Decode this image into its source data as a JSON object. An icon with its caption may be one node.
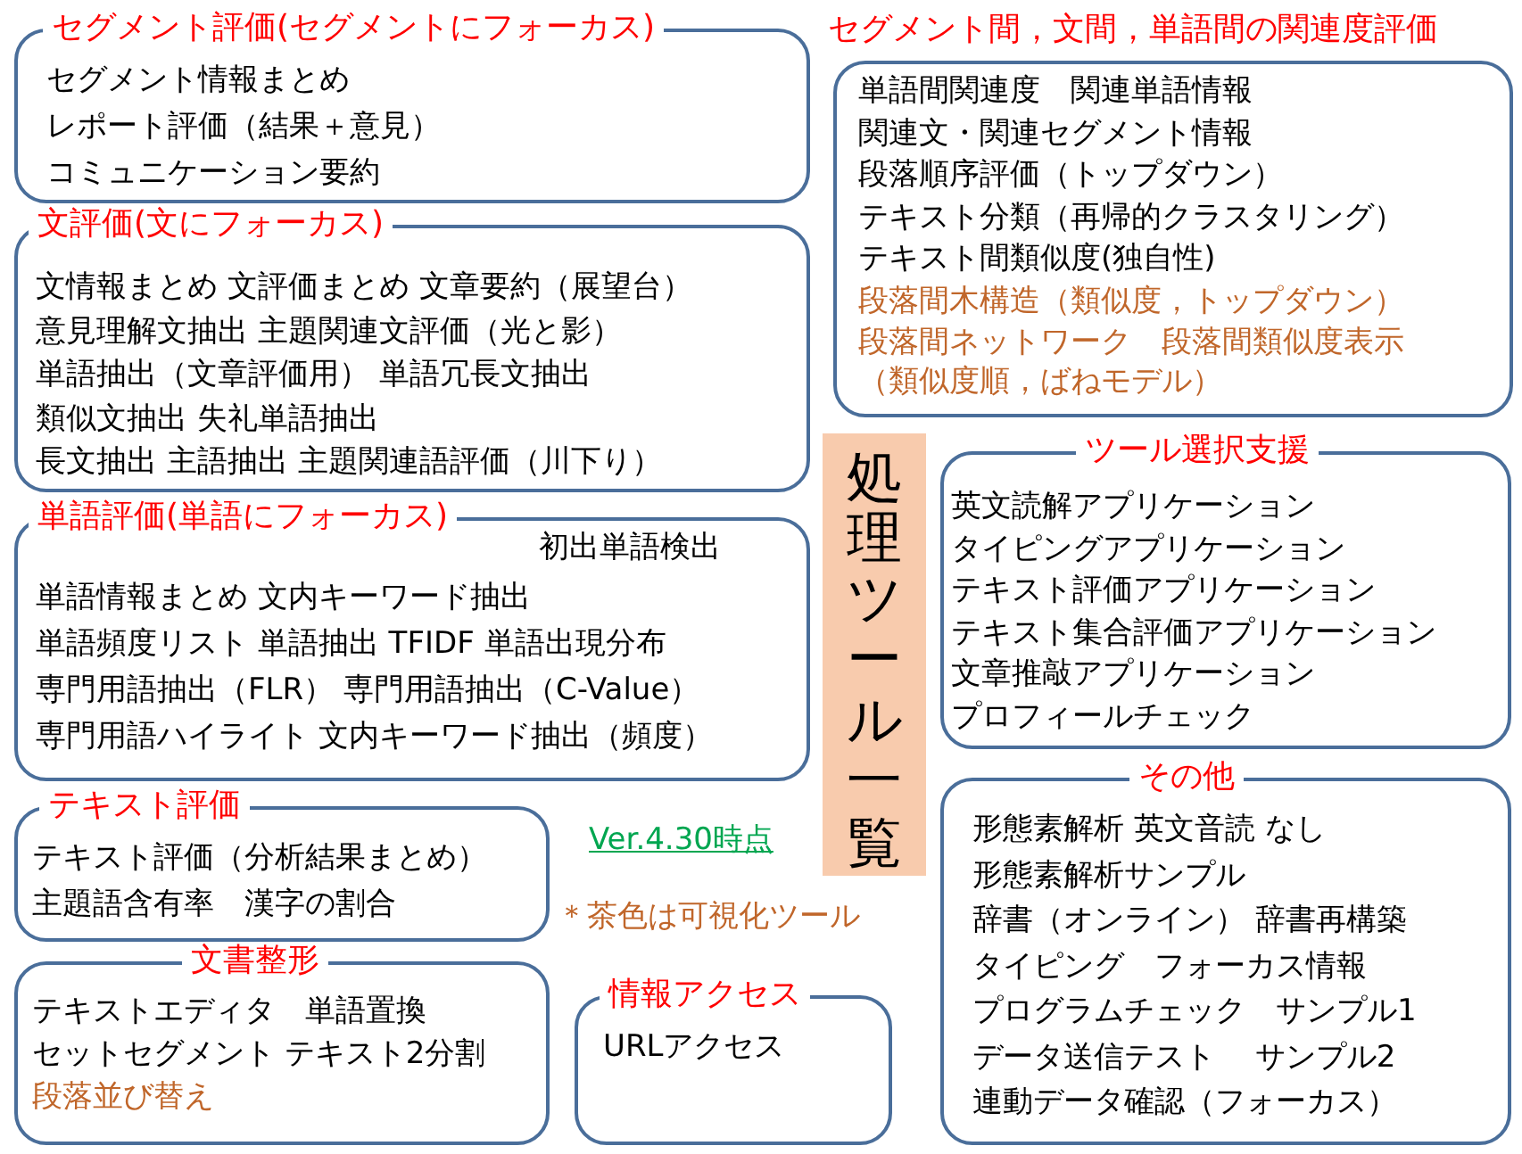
{
  "diagram": {
    "nodes": [
      {
        "text": [
          "セグメント評価(セグメントにフォーカス)",
          "セグメント情報まとめ",
          "レポート評価（結果＋意見）",
          "コミュニケーション要約"
        ]
      },
      {
        "text": [
          "文評価(文にフォーカス)",
          "文情報まとめ 文評価まとめ 文章要約（展望台）",
          "意見理解文抽出 主題関連文評価（光と影）",
          "単語抽出（文章評価用） 単語冗長文抽出",
          "類似文抽出 失礼単語抽出",
          "長文抽出 主語抽出 主題関連語評価（川下り）"
        ]
      },
      {
        "text": [
          "単語評価(単語にフォーカス)",
          "初出単語検出",
          "単語情報まとめ 文内キーワード抽出",
          "単語頻度リスト 単語抽出 TFIDF 単語出現分布",
          "専門用語抽出（FLR） 専門用語抽出（C-Value）",
          "専門用語ハイライト 文内キーワード抽出（頻度）"
        ]
      },
      {
        "text": [
          "テキスト評価",
          "テキスト評価（分析結果まとめ）",
          "主題語含有率　漢字の割合"
        ]
      },
      {
        "text": [
          "文書整形",
          "テキストエディタ　単語置換",
          "セットセグメント テキスト2分割",
          "段落並び替え"
        ]
      },
      {
        "text": [
          "情報アクセス",
          "URLアクセス"
        ]
      },
      {
        "text": [
          "セグメント間，文間，単語間の関連度評価",
          "単語間関連度　関連単語情報",
          "関連文・関連セグメント情報",
          "段落順序評価（トップダウン）",
          "テキスト分類（再帰的クラスタリング）",
          "テキスト間類似度(独自性)",
          "段落間木構造（類似度，トップダウン）",
          "段落間ネットワーク　段落間類似度表示（類似度順，ばねモデル）"
        ]
      },
      {
        "text": [
          "処理ツール一覧"
        ]
      },
      {
        "text": [
          "ツール選択支援",
          "英文読解アプリケーション",
          "タイピングアプリケーション",
          "テキスト評価アプリケーション",
          "テキスト集合評価アプリケーション",
          "文章推敲アプリケーション",
          "プロフィールチェック"
        ]
      },
      {
        "text": [
          "その他",
          "形態素解析 英文音読 なし",
          "形態素解析サンプル",
          "辞書（オンライン） 辞書再構築",
          "タイピング　フォーカス情報",
          "プログラムチェック　サンプル1",
          "データ送信テスト　 サンプル2",
          "連動データ確認（フォーカス）"
        ]
      }
    ],
    "labels": [
      "Ver.4.30時点",
      "＊茶色は可視化ツール"
    ]
  }
}
